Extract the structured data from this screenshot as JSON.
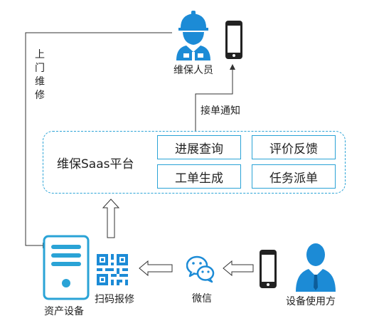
{
  "nodes": {
    "maintainer": {
      "label": "维保人员"
    },
    "onsite": {
      "label": "上门维修"
    },
    "receive": {
      "label": "接单通知"
    },
    "platform": {
      "title": "维保Saas平台",
      "buttons": [
        "进展查询",
        "评价反馈",
        "工单生成",
        "任务派单"
      ]
    },
    "asset": {
      "label": "资产设备"
    },
    "qr": {
      "label": "扫码报修"
    },
    "wechat": {
      "label": "微信"
    },
    "user": {
      "label": "设备使用方"
    }
  },
  "colors": {
    "accent": "#2aa3d6",
    "icon_blue": "#1c8bd6",
    "dark": "#222222"
  }
}
